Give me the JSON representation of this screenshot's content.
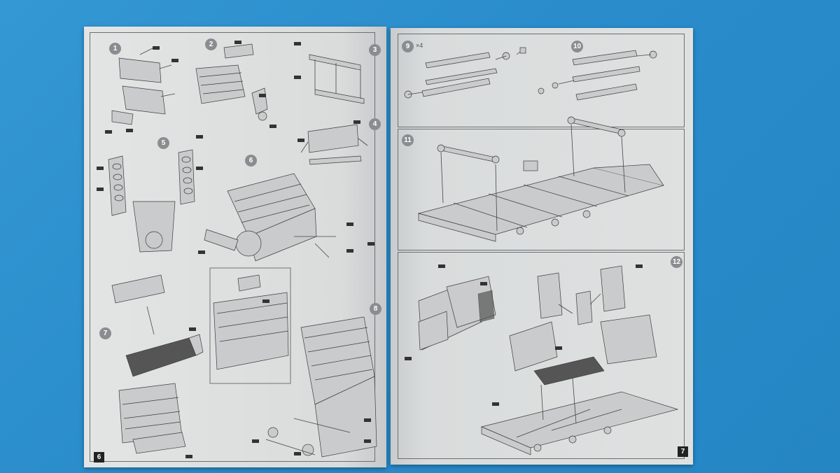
{
  "pages": {
    "left_number": "6",
    "right_number": "7"
  },
  "steps": {
    "s1": "1",
    "s2": "2",
    "s3": "3",
    "s4": "4",
    "s5": "5",
    "s6": "6",
    "s7": "7",
    "s8": "8",
    "s9": "9",
    "s10": "10",
    "s11": "11",
    "s12": "12",
    "s9_mult": "×4"
  },
  "colors": {
    "background": "#2c8fc9",
    "paper": "#dcdfe0",
    "step_circle": "#8a8d90",
    "paint_tag": "#333333"
  }
}
